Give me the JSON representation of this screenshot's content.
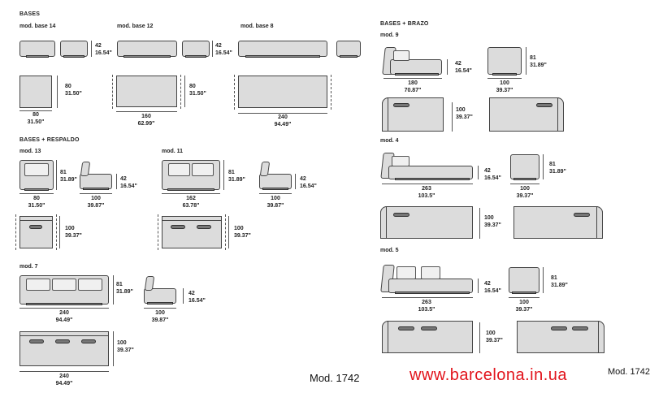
{
  "sections": {
    "bases": "BASES",
    "bases_respaldo": "BASES + RESPALDO",
    "bases_brazo": "BASES + BRAZO"
  },
  "models": {
    "base14": "mod. base 14",
    "base12": "mod. base 12",
    "base8": "mod. base 8",
    "m13": "mod. 13",
    "m11": "mod. 11",
    "m7": "mod. 7",
    "m9": "mod. 9",
    "m4": "mod. 4",
    "m5": "mod. 5"
  },
  "dims": {
    "h42": "42",
    "h42in": "16.54\"",
    "h81": "81",
    "h81in": "31.89\"",
    "w80": "80",
    "w80in": "31.50\"",
    "w160": "160",
    "w160in": "62.99\"",
    "w240": "240",
    "w240in": "94.49\"",
    "w162": "162",
    "w162in": "63.78\"",
    "w100": "100",
    "w100in": "39.87\"",
    "w100b": "100",
    "w100bin": "39.37\"",
    "w180": "180",
    "w180in": "70.87\"",
    "w263": "263",
    "w263in": "103.5\""
  },
  "footer": {
    "model": "Mod. 1742",
    "url": "www.barcelona.in.ua",
    "model_right": "Mod. 1742"
  }
}
